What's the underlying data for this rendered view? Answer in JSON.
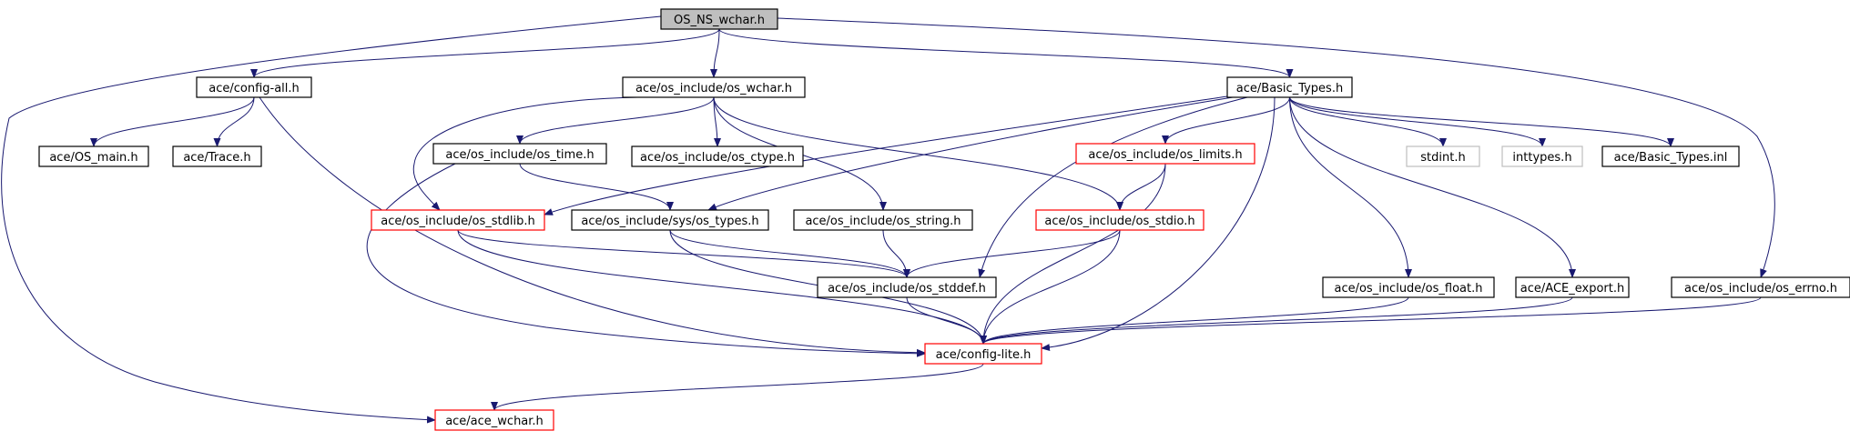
{
  "graph": {
    "colors": {
      "edge": "#191970",
      "node_border_default": "#000000",
      "node_border_red": "#ff0000",
      "node_border_gray": "#bfbfbf",
      "root_fill": "#bfbfbf",
      "node_fill": "#ffffff"
    },
    "nodes": [
      {
        "id": "root",
        "label": "OS_NS_wchar.h",
        "style": "root"
      },
      {
        "id": "config_all",
        "label": "ace/config-all.h",
        "style": "normal"
      },
      {
        "id": "os_wchar",
        "label": "ace/os_include/os_wchar.h",
        "style": "normal"
      },
      {
        "id": "basic_types",
        "label": "ace/Basic_Types.h",
        "style": "normal"
      },
      {
        "id": "os_main",
        "label": "ace/OS_main.h",
        "style": "normal"
      },
      {
        "id": "trace",
        "label": "ace/Trace.h",
        "style": "normal"
      },
      {
        "id": "os_time",
        "label": "ace/os_include/os_time.h",
        "style": "normal"
      },
      {
        "id": "os_ctype",
        "label": "ace/os_include/os_ctype.h",
        "style": "normal"
      },
      {
        "id": "os_limits",
        "label": "ace/os_include/os_limits.h",
        "style": "red"
      },
      {
        "id": "stdint",
        "label": "stdint.h",
        "style": "gray"
      },
      {
        "id": "inttypes",
        "label": "inttypes.h",
        "style": "gray"
      },
      {
        "id": "basic_types_inl",
        "label": "ace/Basic_Types.inl",
        "style": "normal"
      },
      {
        "id": "os_stdlib",
        "label": "ace/os_include/os_stdlib.h",
        "style": "red"
      },
      {
        "id": "sys_os_types",
        "label": "ace/os_include/sys/os_types.h",
        "style": "normal"
      },
      {
        "id": "os_string",
        "label": "ace/os_include/os_string.h",
        "style": "normal"
      },
      {
        "id": "os_stdio",
        "label": "ace/os_include/os_stdio.h",
        "style": "red"
      },
      {
        "id": "os_stddef",
        "label": "ace/os_include/os_stddef.h",
        "style": "normal"
      },
      {
        "id": "os_float",
        "label": "ace/os_include/os_float.h",
        "style": "normal"
      },
      {
        "id": "ace_export",
        "label": "ace/ACE_export.h",
        "style": "normal"
      },
      {
        "id": "os_errno",
        "label": "ace/os_include/os_errno.h",
        "style": "normal"
      },
      {
        "id": "config_lite",
        "label": "ace/config-lite.h",
        "style": "red"
      },
      {
        "id": "ace_wchar",
        "label": "ace/ace_wchar.h",
        "style": "red"
      }
    ],
    "edges": [
      [
        "root",
        "config_all"
      ],
      [
        "root",
        "os_wchar"
      ],
      [
        "root",
        "basic_types"
      ],
      [
        "root",
        "os_errno"
      ],
      [
        "root",
        "ace_wchar"
      ],
      [
        "config_all",
        "os_main"
      ],
      [
        "config_all",
        "trace"
      ],
      [
        "config_all",
        "config_lite"
      ],
      [
        "os_wchar",
        "os_time"
      ],
      [
        "os_wchar",
        "os_ctype"
      ],
      [
        "os_wchar",
        "os_stdlib"
      ],
      [
        "os_wchar",
        "os_string"
      ],
      [
        "os_wchar",
        "os_stdio"
      ],
      [
        "basic_types",
        "os_limits"
      ],
      [
        "basic_types",
        "stdint"
      ],
      [
        "basic_types",
        "inttypes"
      ],
      [
        "basic_types",
        "basic_types_inl"
      ],
      [
        "basic_types",
        "os_stdlib"
      ],
      [
        "basic_types",
        "sys_os_types"
      ],
      [
        "basic_types",
        "os_stddef"
      ],
      [
        "basic_types",
        "os_float"
      ],
      [
        "basic_types",
        "ace_export"
      ],
      [
        "basic_types",
        "config_lite"
      ],
      [
        "os_time",
        "sys_os_types"
      ],
      [
        "os_time",
        "config_lite"
      ],
      [
        "os_limits",
        "os_stdio"
      ],
      [
        "os_limits",
        "config_lite"
      ],
      [
        "os_stdlib",
        "os_stddef"
      ],
      [
        "os_stdlib",
        "config_lite"
      ],
      [
        "sys_os_types",
        "os_stddef"
      ],
      [
        "sys_os_types",
        "config_lite"
      ],
      [
        "os_string",
        "os_stddef"
      ],
      [
        "os_stdio",
        "os_stddef"
      ],
      [
        "os_stdio",
        "config_lite"
      ],
      [
        "os_stddef",
        "config_lite"
      ],
      [
        "os_float",
        "config_lite"
      ],
      [
        "ace_export",
        "config_lite"
      ],
      [
        "os_errno",
        "config_lite"
      ],
      [
        "config_lite",
        "ace_wchar"
      ]
    ]
  }
}
